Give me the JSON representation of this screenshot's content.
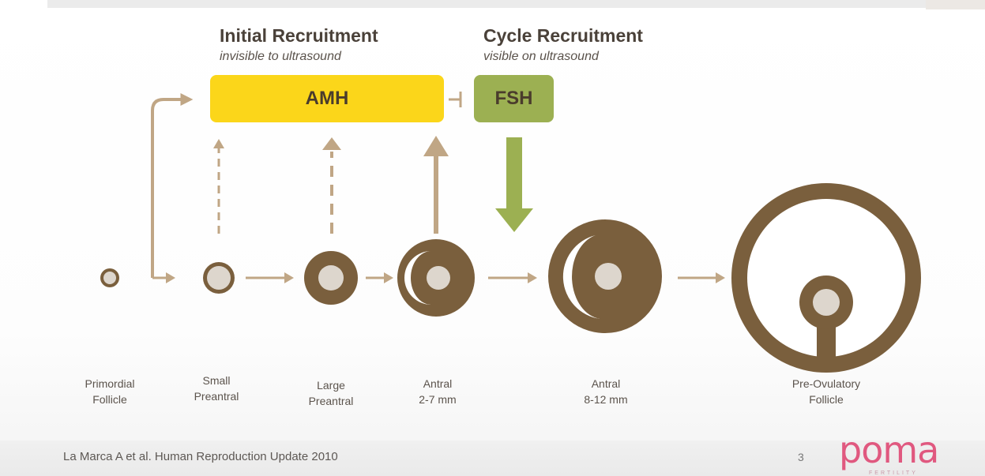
{
  "headings": {
    "initial_title": "Initial Recruitment",
    "initial_sub": "invisible to ultrasound",
    "cycle_title": "Cycle Recruitment",
    "cycle_sub": "visible on ultrasound"
  },
  "boxes": {
    "amh": "AMH",
    "fsh": "FSH"
  },
  "stages": [
    {
      "line1": "Primordial",
      "line2": "Follicle"
    },
    {
      "line1": "Small",
      "line2": "Preantral"
    },
    {
      "line1": "Large",
      "line2": "Preantral"
    },
    {
      "line1": "Antral",
      "line2": "2-7 mm"
    },
    {
      "line1": "Antral",
      "line2": "8-12 mm"
    },
    {
      "line1": "Pre-Ovulatory",
      "line2": "Follicle"
    }
  ],
  "footer": {
    "citation": "La Marca A et al. Human Reproduction Update 2010",
    "page": "3",
    "logo": "poma",
    "logo_sub": "FERTILITY"
  },
  "colors": {
    "follicle_brown": "#7a5f3d",
    "arrow_tan": "#c0a685",
    "egg_fill": "#ddd6cd",
    "amh_yellow": "#fbd61a",
    "fsh_green": "#9cb052"
  }
}
